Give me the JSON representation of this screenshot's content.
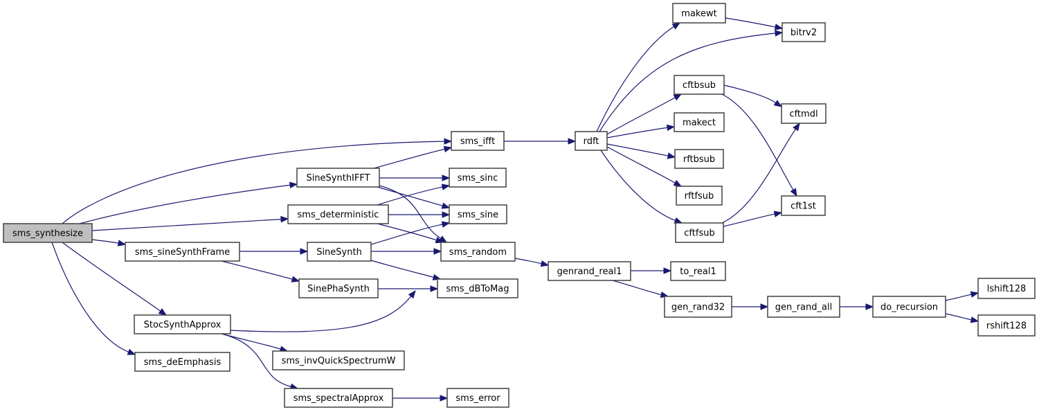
{
  "diagram": {
    "type": "call-graph",
    "root": "sms_synthesize",
    "colors": {
      "edge": "#191970",
      "node_border": "#404040",
      "node_fill": "#ffffff",
      "root_fill": "#bfbfbf"
    },
    "nodes": [
      {
        "id": "sms_synthesize",
        "label": "sms_synthesize",
        "root": true
      },
      {
        "id": "sms_sineSynthFrame",
        "label": "sms_sineSynthFrame"
      },
      {
        "id": "StocSynthApprox",
        "label": "StocSynthApprox"
      },
      {
        "id": "sms_deEmphasis",
        "label": "sms_deEmphasis"
      },
      {
        "id": "SineSynthIFFT",
        "label": "SineSynthIFFT"
      },
      {
        "id": "sms_deterministic",
        "label": "sms_deterministic"
      },
      {
        "id": "SineSynth",
        "label": "SineSynth"
      },
      {
        "id": "SinePhaSynth",
        "label": "SinePhaSynth"
      },
      {
        "id": "sms_invQuickSpectrumW",
        "label": "sms_invQuickSpectrumW"
      },
      {
        "id": "sms_spectralApprox",
        "label": "sms_spectralApprox"
      },
      {
        "id": "sms_ifft",
        "label": "sms_ifft"
      },
      {
        "id": "sms_sinc",
        "label": "sms_sinc"
      },
      {
        "id": "sms_sine",
        "label": "sms_sine"
      },
      {
        "id": "sms_random",
        "label": "sms_random"
      },
      {
        "id": "sms_dBToMag",
        "label": "sms_dBToMag"
      },
      {
        "id": "sms_error",
        "label": "sms_error"
      },
      {
        "id": "rdft",
        "label": "rdft"
      },
      {
        "id": "genrand_real1",
        "label": "genrand_real1"
      },
      {
        "id": "makewt",
        "label": "makewt"
      },
      {
        "id": "cftbsub",
        "label": "cftbsub"
      },
      {
        "id": "makect",
        "label": "makect"
      },
      {
        "id": "rftbsub",
        "label": "rftbsub"
      },
      {
        "id": "rftfsub",
        "label": "rftfsub"
      },
      {
        "id": "cftfsub",
        "label": "cftfsub"
      },
      {
        "id": "to_real1",
        "label": "to_real1"
      },
      {
        "id": "gen_rand32",
        "label": "gen_rand32"
      },
      {
        "id": "bitrv2",
        "label": "bitrv2"
      },
      {
        "id": "cftmdl",
        "label": "cftmdl"
      },
      {
        "id": "cft1st",
        "label": "cft1st"
      },
      {
        "id": "gen_rand_all",
        "label": "gen_rand_all"
      },
      {
        "id": "do_recursion",
        "label": "do_recursion"
      },
      {
        "id": "lshift128",
        "label": "lshift128"
      },
      {
        "id": "rshift128",
        "label": "rshift128"
      }
    ],
    "edges": [
      {
        "from": "sms_synthesize",
        "to": "sms_ifft"
      },
      {
        "from": "sms_synthesize",
        "to": "SineSynthIFFT"
      },
      {
        "from": "sms_synthesize",
        "to": "sms_deterministic"
      },
      {
        "from": "sms_synthesize",
        "to": "sms_sineSynthFrame"
      },
      {
        "from": "sms_synthesize",
        "to": "StocSynthApprox"
      },
      {
        "from": "sms_synthesize",
        "to": "sms_deEmphasis"
      },
      {
        "from": "SineSynthIFFT",
        "to": "sms_ifft"
      },
      {
        "from": "SineSynthIFFT",
        "to": "sms_sinc"
      },
      {
        "from": "SineSynthIFFT",
        "to": "sms_sine"
      },
      {
        "from": "SineSynthIFFT",
        "to": "sms_random"
      },
      {
        "from": "sms_deterministic",
        "to": "sms_sinc"
      },
      {
        "from": "sms_deterministic",
        "to": "sms_sine"
      },
      {
        "from": "sms_deterministic",
        "to": "sms_random"
      },
      {
        "from": "sms_sineSynthFrame",
        "to": "SineSynth"
      },
      {
        "from": "sms_sineSynthFrame",
        "to": "SinePhaSynth"
      },
      {
        "from": "SineSynth",
        "to": "sms_sine"
      },
      {
        "from": "SineSynth",
        "to": "sms_random"
      },
      {
        "from": "SineSynth",
        "to": "sms_dBToMag"
      },
      {
        "from": "SinePhaSynth",
        "to": "sms_dBToMag"
      },
      {
        "from": "StocSynthApprox",
        "to": "sms_random"
      },
      {
        "from": "StocSynthApprox",
        "to": "sms_invQuickSpectrumW"
      },
      {
        "from": "StocSynthApprox",
        "to": "sms_spectralApprox"
      },
      {
        "from": "sms_spectralApprox",
        "to": "sms_error"
      },
      {
        "from": "sms_ifft",
        "to": "rdft"
      },
      {
        "from": "sms_random",
        "to": "genrand_real1"
      },
      {
        "from": "rdft",
        "to": "makewt"
      },
      {
        "from": "rdft",
        "to": "bitrv2"
      },
      {
        "from": "rdft",
        "to": "cftbsub"
      },
      {
        "from": "rdft",
        "to": "makect"
      },
      {
        "from": "rdft",
        "to": "rftbsub"
      },
      {
        "from": "rdft",
        "to": "rftfsub"
      },
      {
        "from": "rdft",
        "to": "cftfsub"
      },
      {
        "from": "makewt",
        "to": "bitrv2"
      },
      {
        "from": "cftbsub",
        "to": "cftmdl"
      },
      {
        "from": "cftbsub",
        "to": "cft1st"
      },
      {
        "from": "cftfsub",
        "to": "cftmdl"
      },
      {
        "from": "cftfsub",
        "to": "cft1st"
      },
      {
        "from": "genrand_real1",
        "to": "to_real1"
      },
      {
        "from": "genrand_real1",
        "to": "gen_rand32"
      },
      {
        "from": "gen_rand32",
        "to": "gen_rand_all"
      },
      {
        "from": "gen_rand_all",
        "to": "do_recursion"
      },
      {
        "from": "do_recursion",
        "to": "lshift128"
      },
      {
        "from": "do_recursion",
        "to": "rshift128"
      }
    ]
  }
}
